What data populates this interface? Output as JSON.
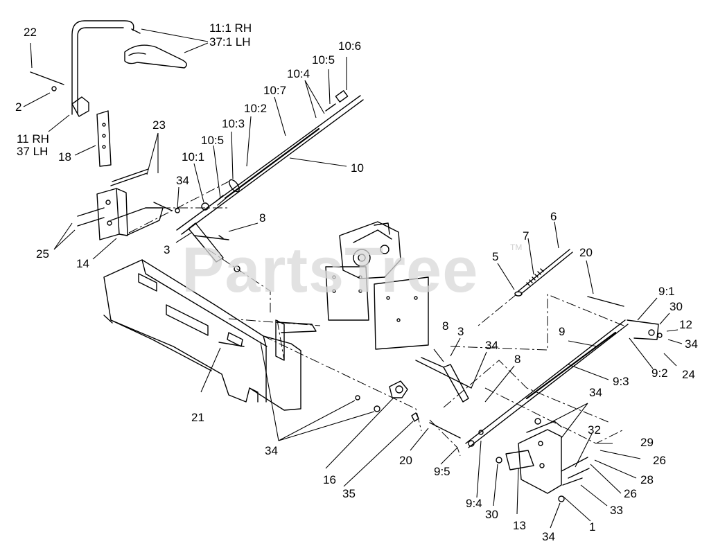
{
  "watermark": {
    "text": "PartsTree",
    "trademark": "TM"
  },
  "labels": {
    "l22": "22",
    "l2": "2",
    "l11rh": "11 RH",
    "l37lh": "37 LH",
    "l18": "18",
    "l111rh": "11:1 RH",
    "l371lh": "37:1 LH",
    "l23": "23",
    "l25": "25",
    "l14": "14",
    "l3a": "3",
    "l34a": "34",
    "l101": "10:1",
    "l105a": "10:5",
    "l103": "10:3",
    "l102": "10:2",
    "l107": "10:7",
    "l104": "10:4",
    "l105b": "10:5",
    "l106": "10:6",
    "l10": "10",
    "l8a": "8",
    "l5": "5",
    "l7": "7",
    "l6": "6",
    "l20a": "20",
    "l91": "9:1",
    "l30a": "30",
    "l12": "12",
    "l34b": "34",
    "l9": "9",
    "l92": "9:2",
    "l24": "24",
    "l93": "9:3",
    "l8b": "8",
    "l3b": "3",
    "l34c": "34",
    "l8c": "8",
    "l21": "21",
    "l34d": "34",
    "l34e": "34",
    "l32": "32",
    "l29": "29",
    "l26a": "26",
    "l28": "28",
    "l26b": "26",
    "l33": "33",
    "l16": "16",
    "l35": "35",
    "l20b": "20",
    "l95": "9:5",
    "l94": "9:4",
    "l30b": "30",
    "l13": "13",
    "l1": "1",
    "l34f": "34"
  }
}
